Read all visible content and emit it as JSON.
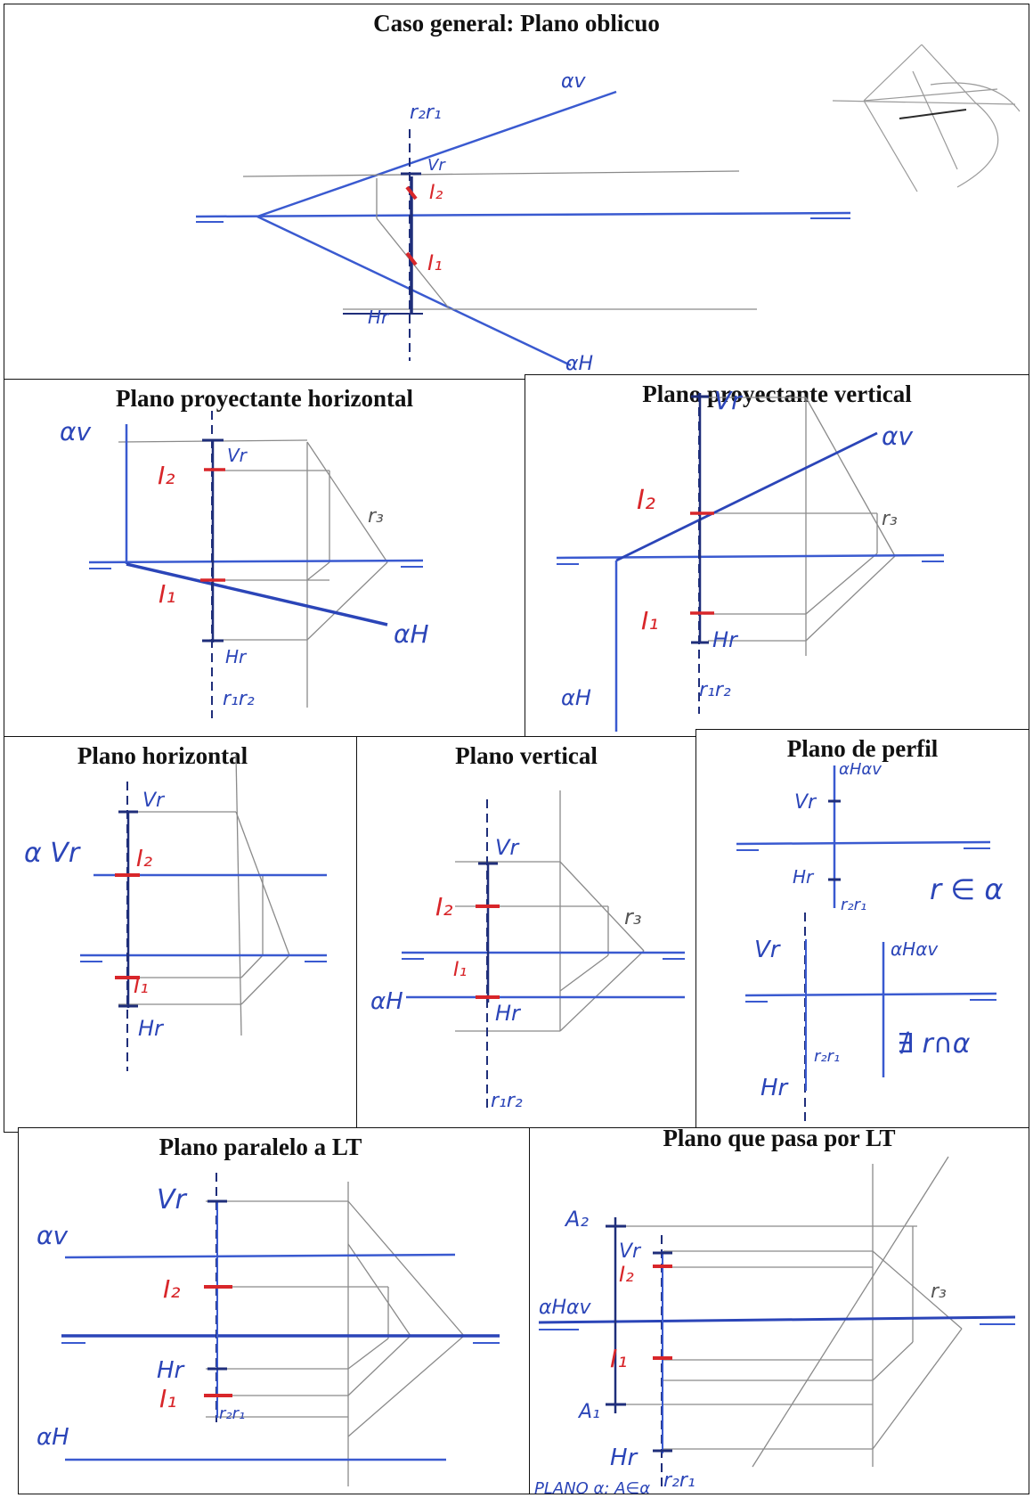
{
  "colors": {
    "blue": "#3a5ad0",
    "red": "#d8262a",
    "gray": "#8a8a8a",
    "dark": "#1f2e7a"
  },
  "panels": {
    "general": {
      "title": "Caso general: Plano oblicuo",
      "labels": {
        "av": "αv",
        "ah": "αH",
        "r2r1": "r₂r₁",
        "vr": "Vr",
        "hr": "Hr",
        "i2": "I₂",
        "i1": "I₁"
      }
    },
    "proy_h": {
      "title": "Plano proyectante horizontal",
      "labels": {
        "av": "αv",
        "ah": "αH",
        "vr": "Vr",
        "hr": "Hr",
        "i2": "I₂",
        "i1": "I₁",
        "r3": "r₃",
        "r1r2": "r₁r₂"
      }
    },
    "proy_v": {
      "title": "Plano proyectante vertical",
      "labels": {
        "av": "αv",
        "ah": "αH",
        "vr": "Vr",
        "hr": "Hr",
        "i2": "I₂",
        "i1": "I₁",
        "r3": "r₃",
        "r1r2": "r₁r₂"
      }
    },
    "horizontal": {
      "title": "Plano  horizontal",
      "labels": {
        "avvr": "α Vr",
        "vr": "Vr",
        "hr": "Hr",
        "i2": "I₂",
        "i1": "I₁"
      }
    },
    "vertical": {
      "title": "Plano vertical",
      "labels": {
        "ah": "αH",
        "vr": "Vr",
        "hr": "Hr",
        "i2": "I₂",
        "i1": "I₁",
        "r3": "r₃",
        "r1r2": "r₁r₂"
      }
    },
    "perfil": {
      "title": "Plano de perfil",
      "labels": {
        "ahav1": "αHαv",
        "ahav2": "αHαv",
        "vr1": "Vr",
        "hr1": "Hr",
        "r2r1a": "r₂r₁",
        "in": "r ∈ α",
        "vr2": "Vr",
        "hr2": "Hr",
        "r2r1b": "r₂r₁",
        "notin": "∄ r∩α"
      }
    },
    "paralelo": {
      "title": "Plano paralelo a LT",
      "labels": {
        "av": "αv",
        "ah": "αH",
        "vr": "Vr",
        "hr": "Hr",
        "i2": "I₂",
        "i1": "I₁",
        "r2r1": "r₂r₁"
      }
    },
    "por_lt": {
      "title": "Plano que pasa por LT",
      "labels": {
        "a2": "A₂",
        "a1": "A₁",
        "ahav": "αHαv",
        "vr": "Vr",
        "hr": "Hr",
        "i2": "I₂",
        "i1": "I₁",
        "r3": "r₃",
        "r2r1": "r₂r₁",
        "note": "PLANO α: A∈α"
      }
    }
  }
}
